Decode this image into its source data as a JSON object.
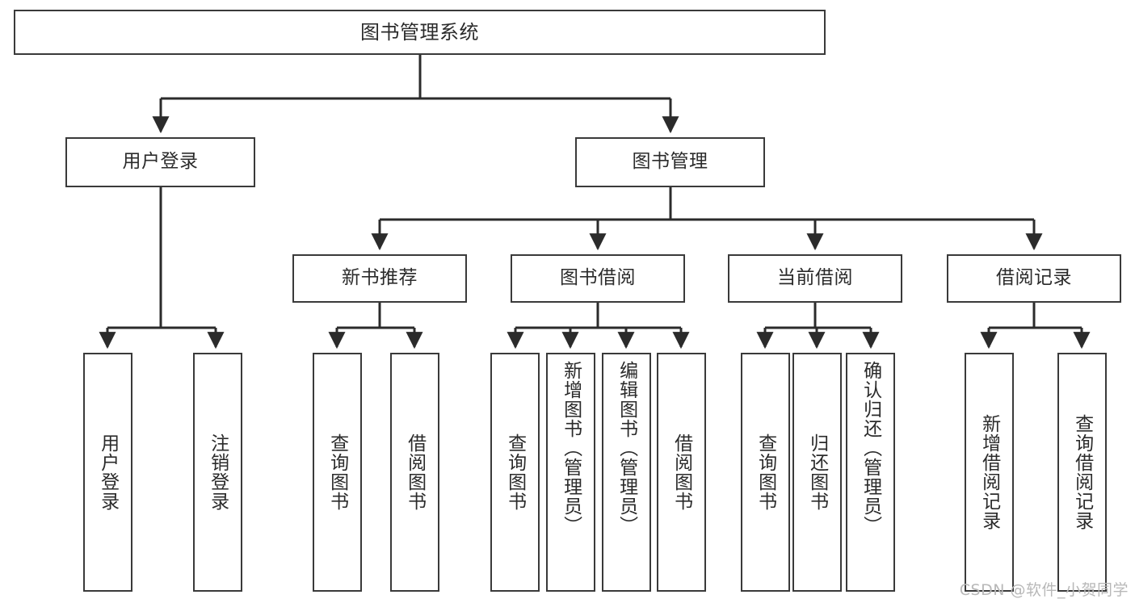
{
  "diagram": {
    "title": "图书管理系统",
    "type": "tree-hierarchy-chart",
    "colors": {
      "box_border": "#3a3a3a",
      "box_fill": "#ffffff",
      "connector": "#2b2b2b",
      "text": "#2b2b2b",
      "watermark": "#b8b8b8",
      "background": "#ffffff"
    },
    "root": {
      "label": "图书管理系统"
    },
    "level2": [
      {
        "label": "用户登录"
      },
      {
        "label": "图书管理"
      }
    ],
    "level3": [
      {
        "label": "新书推荐"
      },
      {
        "label": "图书借阅"
      },
      {
        "label": "当前借阅"
      },
      {
        "label": "借阅记录"
      }
    ],
    "leaves_user_login": [
      {
        "label": "用户登录"
      },
      {
        "label": "注销登录"
      }
    ],
    "leaves_new_book": [
      {
        "label": "查询图书"
      },
      {
        "label": "借阅图书"
      }
    ],
    "leaves_borrow": [
      {
        "label": "查询图书"
      },
      {
        "label": "新增图书（管理员）"
      },
      {
        "label": "编辑图书（管理员）"
      },
      {
        "label": "借阅图书"
      }
    ],
    "leaves_current": [
      {
        "label": "查询图书"
      },
      {
        "label": "归还图书"
      },
      {
        "label": "确认归还（管理员）"
      }
    ],
    "leaves_records": [
      {
        "label": "新增借阅记录"
      },
      {
        "label": "查询借阅记录"
      }
    ]
  },
  "watermark": {
    "text": "CSDN @软件_小贺同学"
  }
}
